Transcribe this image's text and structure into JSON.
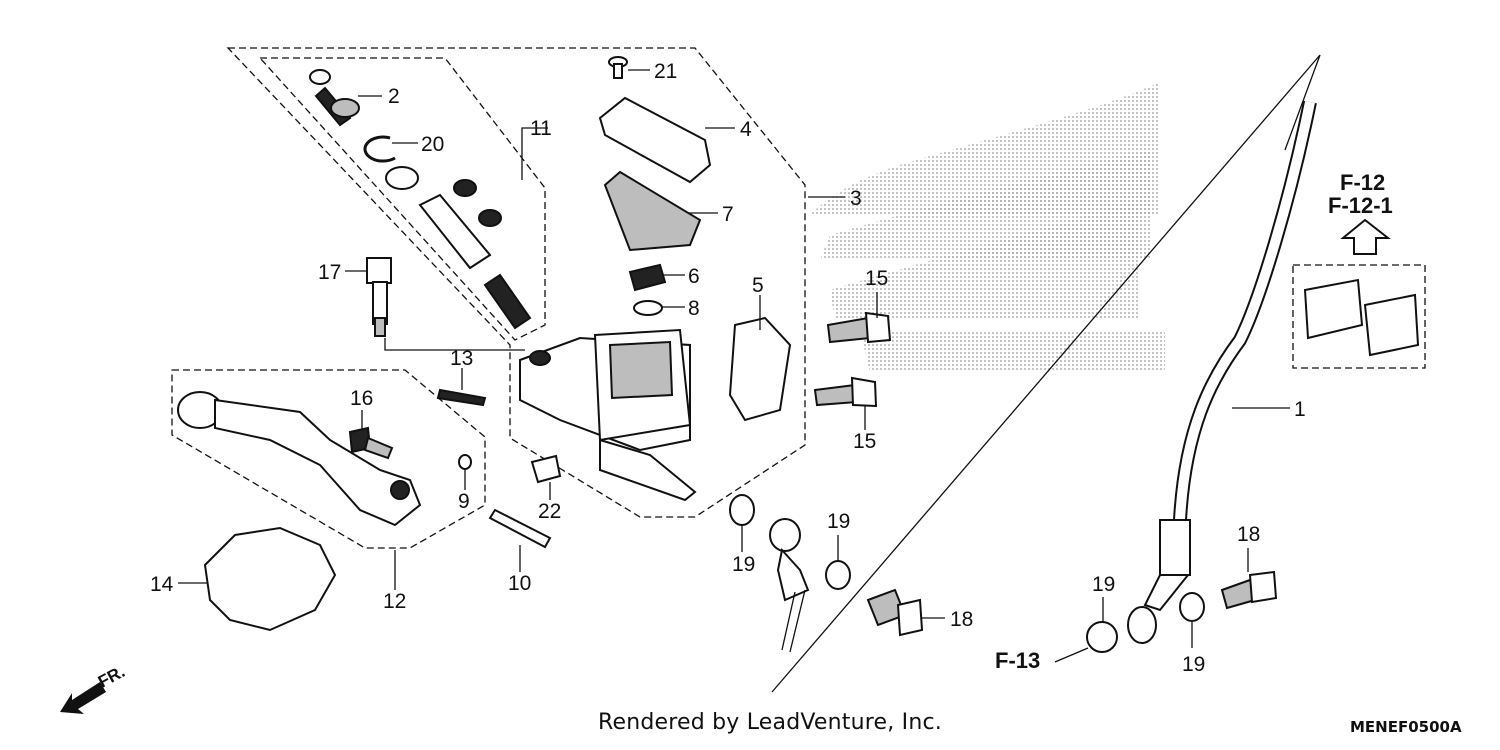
{
  "diagram": {
    "part_numbers": [
      "1",
      "2",
      "3",
      "4",
      "5",
      "6",
      "7",
      "8",
      "9",
      "10",
      "11",
      "12",
      "13",
      "14",
      "15",
      "15",
      "16",
      "17",
      "18",
      "18",
      "19",
      "19",
      "19",
      "19",
      "20",
      "21",
      "22"
    ],
    "references": {
      "f12": "F-12",
      "f12_1": "F-12-1",
      "f13": "F-13"
    },
    "direction_label": "FR.",
    "icons": [
      "front-direction-arrow-icon",
      "up-arrow-icon",
      "honda-wing-watermark-icon"
    ]
  },
  "footer": {
    "credit": "Rendered by LeadVenture, Inc.",
    "diagram_code": "MENEF0500A"
  }
}
